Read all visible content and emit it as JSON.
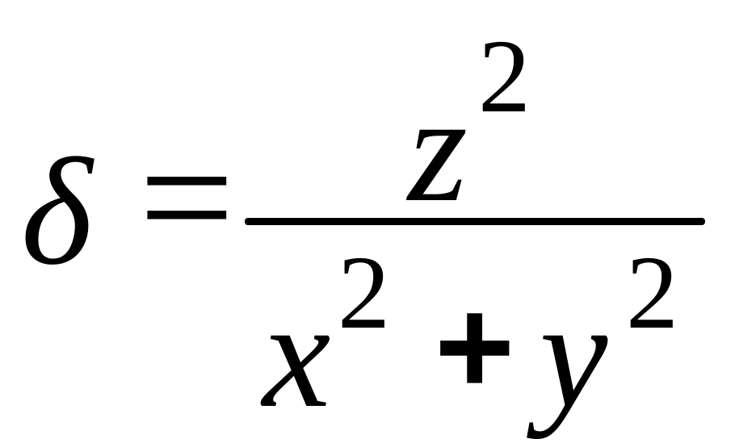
{
  "equation": {
    "lhs": "δ",
    "equals": "=",
    "numerator": {
      "variable": "z",
      "exponent": "2"
    },
    "denominator": {
      "term1": {
        "variable": "x",
        "exponent": "2"
      },
      "operator": "+",
      "term2": {
        "variable": "y",
        "exponent": "2"
      }
    }
  }
}
